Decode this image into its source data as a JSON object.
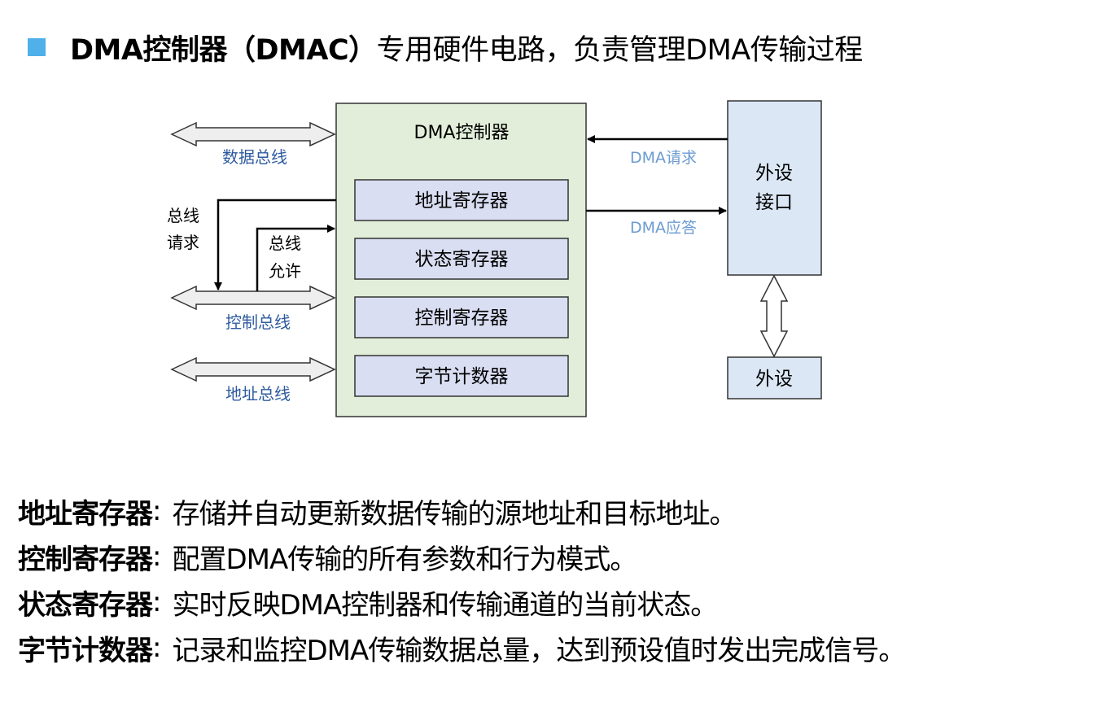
{
  "header": {
    "bullet_color": "#4fb0ea",
    "title_bold": "DMA控制器（DMAC）",
    "title_rest": "专用硬件电路，负责管理DMA传输过程"
  },
  "diagram": {
    "controller": {
      "title": "DMA控制器",
      "fill": "#e2eed9",
      "registers": [
        {
          "label": "地址寄存器"
        },
        {
          "label": "状态寄存器"
        },
        {
          "label": "控制寄存器"
        },
        {
          "label": "字节计数器"
        }
      ],
      "register_fill": "#d9def2"
    },
    "buses": [
      {
        "label": "数据总线"
      },
      {
        "label": "控制总线"
      },
      {
        "label": "地址总线"
      }
    ],
    "bus_label_color": "#2e5b9e",
    "bus_request_label": [
      "总线",
      "请求"
    ],
    "bus_grant_label": [
      "总线",
      "允许"
    ],
    "dma_request_label": "DMA请求",
    "dma_ack_label": "DMA应答",
    "signal_label_color": "#6c9bd2",
    "peripheral_interface": {
      "label": [
        "外设",
        "接口"
      ],
      "fill": "#dbe7f5"
    },
    "peripheral": {
      "label": "外设",
      "fill": "#dbe7f5"
    }
  },
  "descriptions": [
    {
      "term": "地址寄存器",
      "colon": ":",
      "text": "存储并自动更新数据传输的源地址和目标地址。"
    },
    {
      "term": "控制寄存器",
      "colon": ":",
      "text": "配置DMA传输的所有参数和行为模式。"
    },
    {
      "term": "状态寄存器",
      "colon": ":",
      "text": "实时反映DMA控制器和传输通道的当前状态。"
    },
    {
      "term": "字节计数器",
      "colon": ":",
      "text": "记录和监控DMA传输数据总量，达到预设值时发出完成信号。"
    }
  ]
}
